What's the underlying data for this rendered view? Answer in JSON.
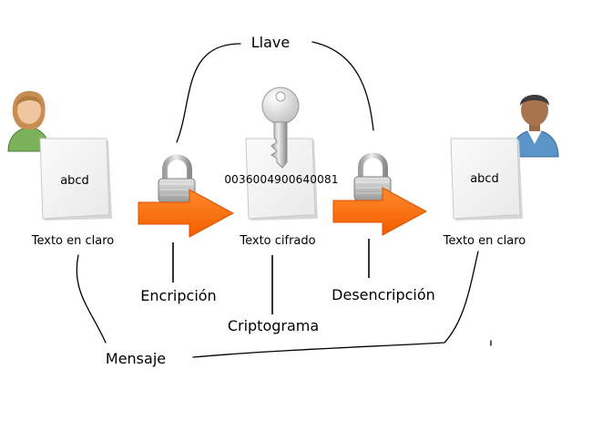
{
  "labels": {
    "plain_left_caption": "Texto en claro",
    "cipher_caption": "Texto cifrado",
    "plain_right_caption": "Texto en claro",
    "key": "Llave",
    "encryption": "Encripción",
    "ciphertext": "Criptograma",
    "decryption": "Desencripción",
    "message": "Mensaje"
  },
  "documents": {
    "left_text": "abcd",
    "middle_text": "0036004900640081",
    "right_text": "abcd"
  },
  "icons": {
    "sender": "woman-user-icon",
    "receiver": "man-user-icon",
    "key": "key-icon",
    "lock": "padlock-icon",
    "arrow": "orange-arrow-icon"
  },
  "colors": {
    "arrow": "#ff6600",
    "paper": "#f3f3f3",
    "woman_shirt": "#7cb35a",
    "man_shirt": "#5b95c8"
  }
}
